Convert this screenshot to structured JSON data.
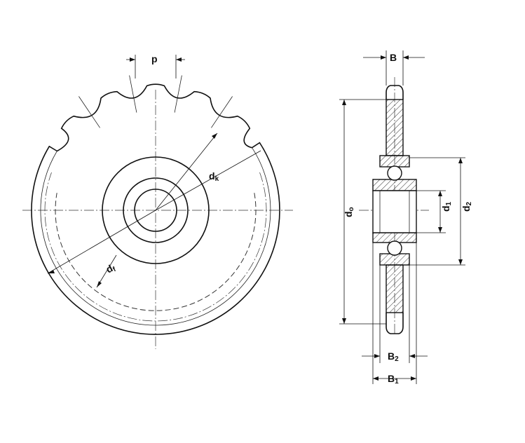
{
  "labels": {
    "p": "p",
    "dk_main": "d",
    "dk_sub": "k",
    "df_main": "d",
    "df_sub": "f",
    "B": "B",
    "d0_main": "d",
    "d0_sub": "o",
    "d1_main": "d",
    "d1_sub": "1",
    "d2_main": "d",
    "d2_sub": "2",
    "B2_main": "B",
    "B2_sub": "2",
    "B1_main": "B",
    "B1_sub": "1"
  },
  "colors": {
    "line": "#111111",
    "hatch": "#333333",
    "background": "#ffffff"
  }
}
